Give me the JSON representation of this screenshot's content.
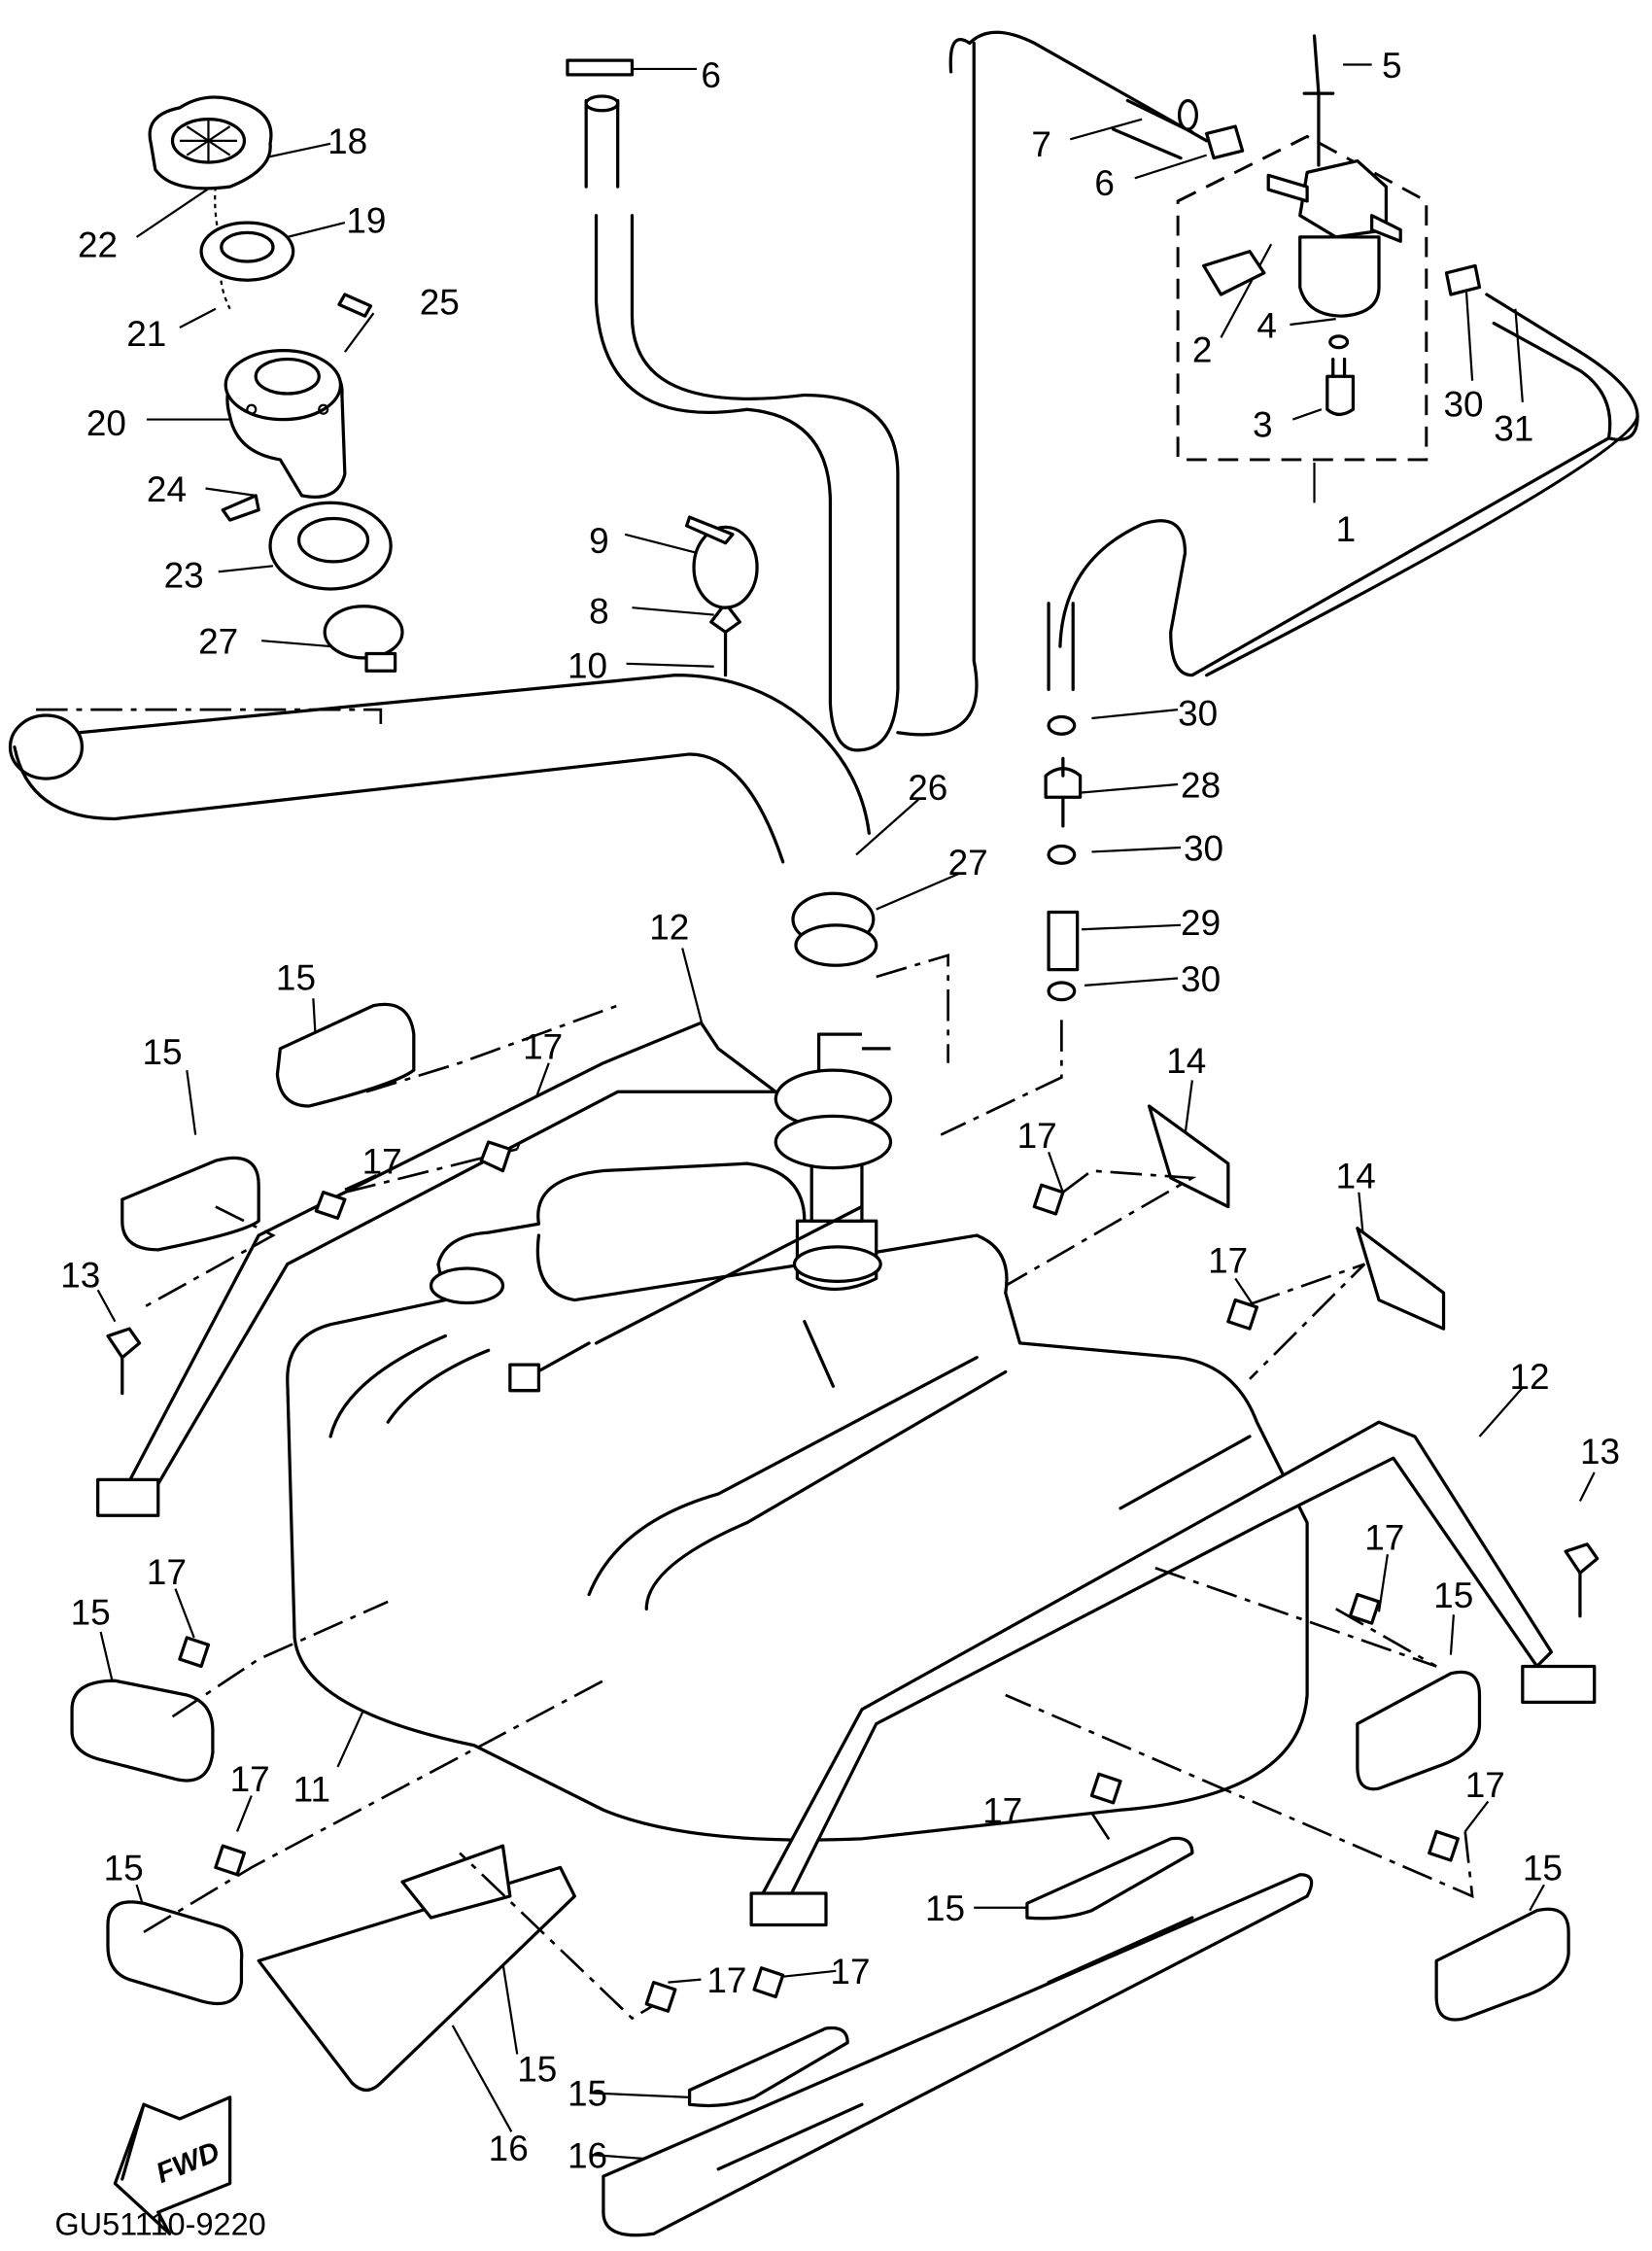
{
  "diagram": {
    "callouts": [
      "5",
      "6",
      "18",
      "7",
      "6",
      "22",
      "19",
      "2",
      "4",
      "25",
      "21",
      "30",
      "31",
      "3",
      "20",
      "1",
      "24",
      "9",
      "23",
      "8",
      "27",
      "10",
      "30",
      "28",
      "26",
      "30",
      "27",
      "12",
      "29",
      "15",
      "30",
      "15",
      "17",
      "14",
      "17",
      "17",
      "14",
      "17",
      "13",
      "12",
      "13",
      "17",
      "17",
      "15",
      "15",
      "17",
      "11",
      "17",
      "17",
      "15",
      "15",
      "15",
      "17",
      "17",
      "15",
      "15",
      "16",
      "16"
    ],
    "forward_marker": "FWD",
    "drawing_code": "GU51110-9220"
  }
}
